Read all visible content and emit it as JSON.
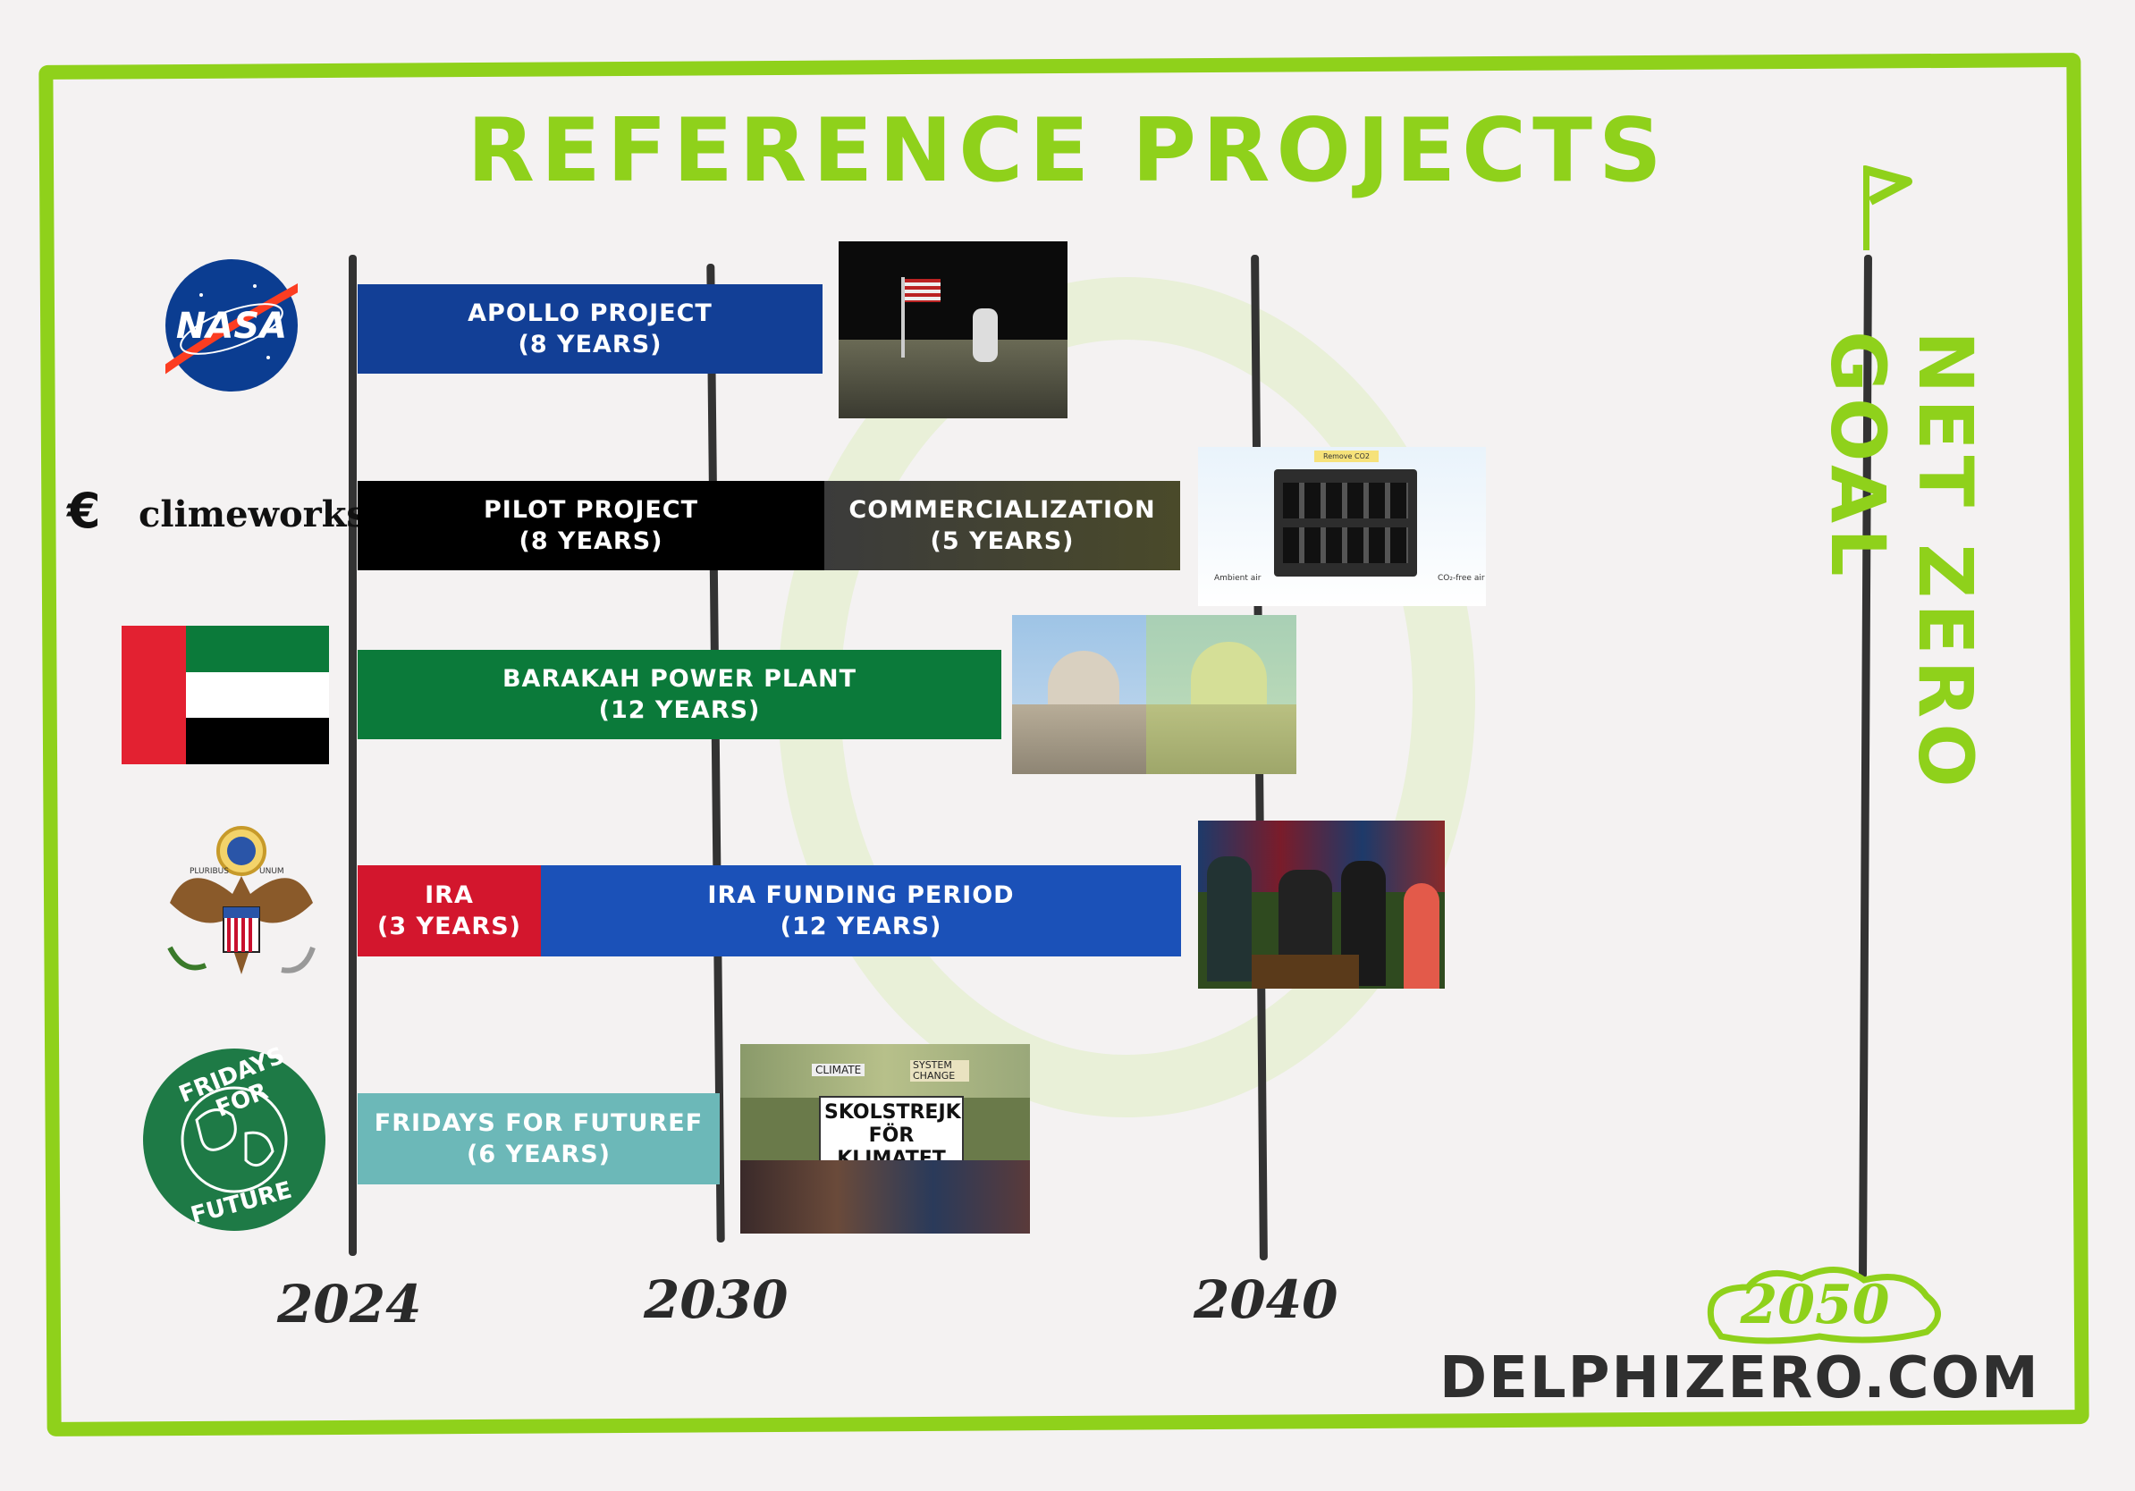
{
  "title": "REFERENCE PROJECTS",
  "bars": {
    "apollo": "APOLLO PROJECT\n(8 YEARS)",
    "pilot": "PILOT PROJECT\n(8 YEARS)",
    "commercial": "COMMERCIALIZATION\n(5 YEARS)",
    "barakah": "BARAKAH POWER PLANT\n(12 YEARS)",
    "ira": "IRA\n(3 YEARS)",
    "ira_funding": "IRA FUNDING PERIOD\n(12 YEARS)",
    "fridays": "FRIDAYS FOR FUTUREF\n(6 YEARS)"
  },
  "years": {
    "y2024": "2024",
    "y2030": "2030",
    "y2040": "2040",
    "y2050": "2050"
  },
  "goal": "NET ZERO GOAL",
  "brand": "DELPHIZERO.COM",
  "logos": {
    "nasa": "NASA",
    "climeworks": "climeworks",
    "fff_top": "FRIDAYS FOR",
    "fff_bottom": "FUTURE",
    "seal_left": "PLURIBUS",
    "seal_right": "UNUM"
  },
  "photos": {
    "co2_caption": "Remove CO2",
    "air_left": "Ambient air",
    "air_right": "CO₂-free air",
    "protest_sign": "SKOLSTREJK FÖR KLIMATET",
    "protest_top1": "CLIMATE",
    "protest_top2": "SYSTEM CHANGE"
  },
  "colors": {
    "accent": "#8fd11b",
    "apollo": "#123f96",
    "pilot": "#000000",
    "commercial": "#3b3b3b",
    "barakah": "#0b7a3a",
    "ira": "#d3162d",
    "ira_funding": "#1b51b8",
    "fridays": "#6cb8b8"
  }
}
